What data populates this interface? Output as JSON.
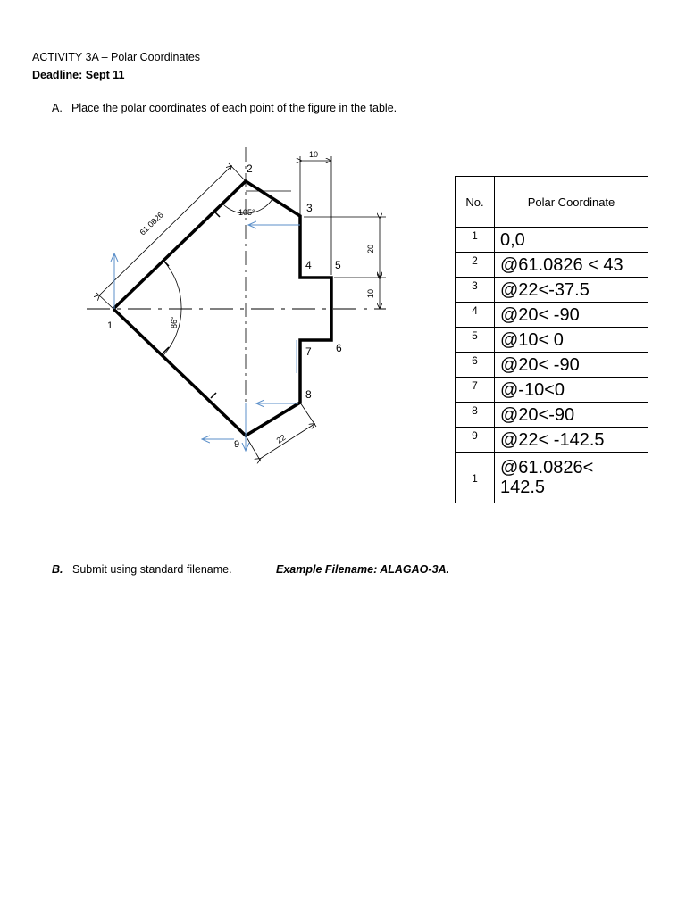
{
  "header": {
    "activity": "ACTIVITY 3A – Polar Coordinates",
    "deadline": "Deadline: Sept 11"
  },
  "section_a": {
    "marker": "A.",
    "instruction": "Place the polar coordinates of each point of the figure in the table."
  },
  "figure": {
    "point_labels": [
      "1",
      "2",
      "3",
      "4",
      "5",
      "6",
      "7",
      "8",
      "9"
    ],
    "dims": {
      "top_width": "10",
      "right_upper": "20",
      "right_lower": "10",
      "diagonal": "61.0826",
      "angle_top": "105°",
      "angle_left": "86°",
      "bottom": "22"
    }
  },
  "table": {
    "headers": [
      "No.",
      "Polar Coordinate"
    ],
    "rows": [
      {
        "no": "1",
        "value": "0,0"
      },
      {
        "no": "2",
        "value": "@61.0826 < 43"
      },
      {
        "no": "3",
        "value": "@22<-37.5"
      },
      {
        "no": "4",
        "value": "@20< -90"
      },
      {
        "no": "5",
        "value": "@10< 0"
      },
      {
        "no": "6",
        "value": "@20< -90"
      },
      {
        "no": "7",
        "value": "@-10<0"
      },
      {
        "no": "8",
        "value": "@20<-90"
      },
      {
        "no": "9",
        "value": "@22< -142.5"
      },
      {
        "no": "1",
        "value_line1": "@61.0826<",
        "value_line2": "142.5"
      }
    ]
  },
  "section_b": {
    "marker": "B.",
    "instruction": "Submit using standard filename.",
    "example": "Example Filename:  ALAGAO-3A."
  }
}
